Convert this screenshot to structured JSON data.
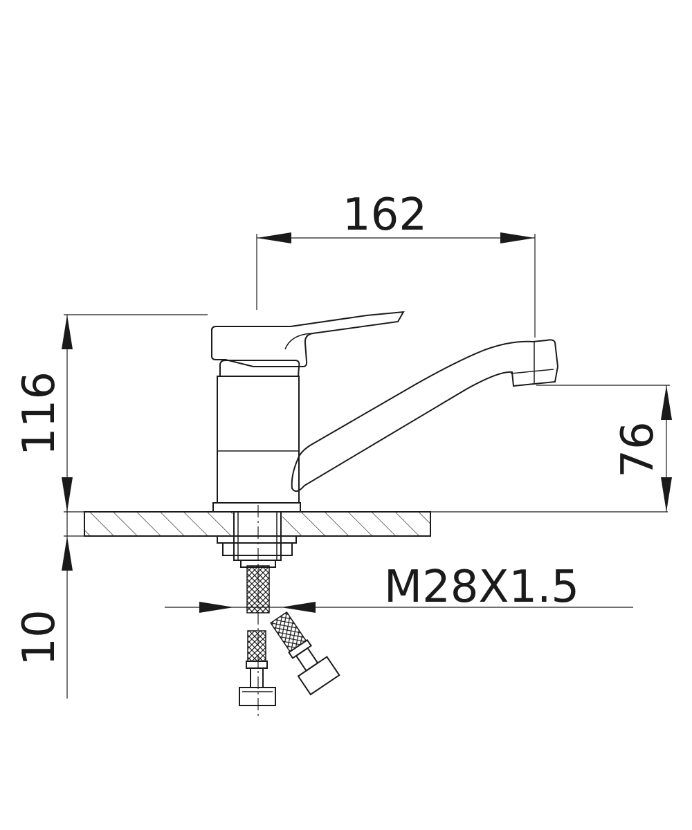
{
  "drawing": {
    "title": "",
    "dimensions": {
      "spout_reach": "162",
      "total_height": "116",
      "spout_height": "76",
      "deck_thickness": "10",
      "thread": "M28X1.5"
    },
    "colors": {
      "line": "#1a1a1a",
      "background": "#ffffff"
    }
  }
}
